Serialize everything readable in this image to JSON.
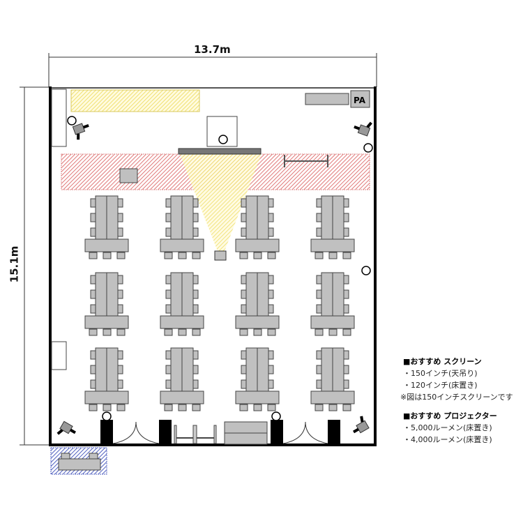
{
  "dimensions": {
    "width": "13.7m",
    "height": "15.1m"
  },
  "labels": {
    "pa": "PA"
  },
  "legend": {
    "screen_title": "■おすすめ スクリーン",
    "screen_items": [
      "・150インチ(天吊り)",
      "・120インチ(床置き)"
    ],
    "screen_note": "※図は150インチスクリーンです",
    "projector_title": "■おすすめ プロジェクター",
    "projector_items": [
      "・5,000ルーメン(床置き)",
      "・4,000ルーメン(床置き)"
    ]
  },
  "layout": {
    "table_clusters_columns": 4,
    "table_clusters_rows": 3
  },
  "colors": {
    "table": "#c0c0c0",
    "stage_zone": "#e07070",
    "light_zone": "#f0e060",
    "outside": "#5060c0"
  }
}
